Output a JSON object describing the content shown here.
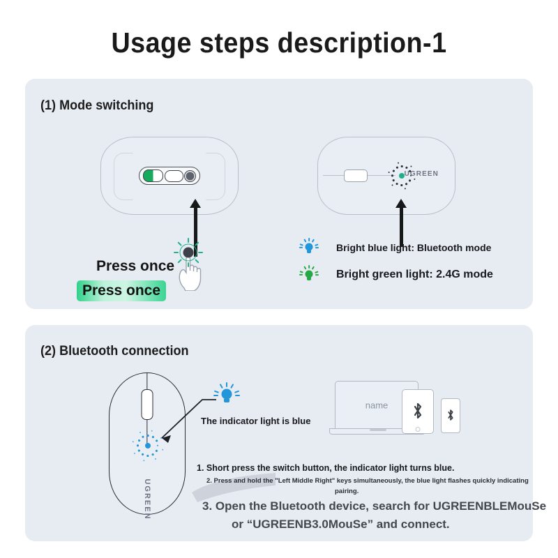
{
  "title": "Usage steps description-1",
  "section1": {
    "heading": "(1) Mode switching",
    "mouse_bottom": {
      "icon_green_toggle": "mode-toggle-switch",
      "icon_white_switch": "power-switch",
      "icon_round_button": "mode-button"
    },
    "mouse_top": {
      "brand": "UGREEN",
      "indicator": "green-indicator-light"
    },
    "press_once_plain": "Press once",
    "press_once_highlight": "Press once",
    "hand_icon": "tap-hand-icon",
    "legend": [
      {
        "icon": "blue-bulb-icon",
        "color": "#1f97d8",
        "text": "Bright blue light: Bluetooth mode"
      },
      {
        "icon": "green-bulb-icon",
        "color": "#27a847",
        "text": "Bright green light: 2.4G mode"
      }
    ]
  },
  "section2": {
    "heading": "(2) Bluetooth connection",
    "mouse": {
      "brand": "UGREEN",
      "indicator": "blue-indicator-light"
    },
    "bulb": {
      "icon": "blue-bulb-icon",
      "color": "#1f97d8"
    },
    "indicator_caption": "The indicator light is blue",
    "devices": {
      "laptop_label": "name",
      "tablet_icon": "bluetooth-icon",
      "phone_icon": "bluetooth-icon"
    },
    "instructions": {
      "line1": "1. Short press the switch button, the indicator light turns blue.",
      "line2a": "2. Press and hold the \"Left Middle Right\" keys simultaneously, the blue light flashes quickly indicating",
      "line2b": "pairing.",
      "line3a": "3. Open the Bluetooth device, search for UGREENBLEMouSe",
      "line3b": "or “UGREENB3.0MouSe” and connect."
    }
  },
  "colors": {
    "panel_bg": "#e7ecf3",
    "page_bg": "#ffffff",
    "green": "#27a847",
    "blue": "#1f97d8",
    "teal": "#2bb894",
    "ink": "#15171a"
  }
}
